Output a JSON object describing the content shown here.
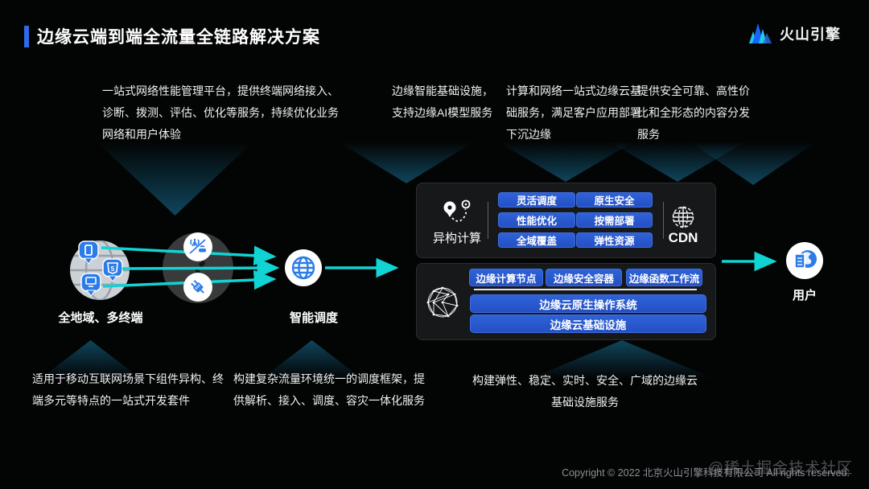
{
  "header": {
    "title": "边缘云端到端全流量全链路解决方案",
    "logo_text": "火山引擎"
  },
  "top_descriptions": [
    "一站式网络性能管理平台，提供终端网络接入、诊断、拨测、评估、优化等服务，持续优化业务网络和用户体验",
    "边缘智能基础设施，支持边缘AI模型服务",
    "计算和网络一站式边缘云基础服务，满足客户应用部署下沉边缘",
    "提供安全可靠、高性价比和全形态的内容分发服务"
  ],
  "diagram": {
    "terminal": {
      "label": "全地域、多终端",
      "icon": "globe-with-device-pins",
      "pin_icons": [
        "mobile-pin-icon",
        "html5-pin-icon",
        "desktop-pin-icon"
      ]
    },
    "network_hub": {
      "icons": [
        "antenna-offline-icon",
        "ethernet-plug-icon"
      ]
    },
    "scheduling": {
      "label": "智能调度",
      "icon": "globe-icon"
    },
    "edge_platform": {
      "compute": {
        "label": "异构计算",
        "icon": "route-pins-icon"
      },
      "capabilities": [
        "灵活调度",
        "原生安全",
        "性能优化",
        "按需部署",
        "全域覆盖",
        "弹性资源"
      ],
      "cdn": {
        "label": "CDN",
        "icon": "globe-wireframe-icon"
      }
    },
    "edge_infra": {
      "icon": "mesh-sphere-icon",
      "top_items": [
        "边缘计算节点",
        "边缘安全容器",
        "边缘函数工作流"
      ],
      "middle_item": "边缘云原生操作系统",
      "bottom_item": "边缘云基础设施"
    },
    "user": {
      "label": "用户",
      "icon": "user-globe-doc-icon"
    }
  },
  "bottom_descriptions": [
    "适用于移动互联网场景下组件异构、终端多元等特点的一站式开发套件",
    "构建复杂流量环境统一的调度框架，提供解析、接入、调度、容灾一体化服务",
    "构建弹性、稳定、实时、安全、广域的边缘云基础设施服务"
  ],
  "footer": {
    "copyright": "Copyright © 2022 北京火山引擎科技有限公司 All rights reserved.",
    "watermark": "@稀土掘金技术社区"
  },
  "colors": {
    "accent_blue": "#2e6be6",
    "pill_blue": "#2a57d0",
    "arrow_cyan": "#12d3d3",
    "beam_teal": "#145c7a",
    "icon_blue": "#2b7ce9",
    "panel_dark": "#17181a"
  }
}
